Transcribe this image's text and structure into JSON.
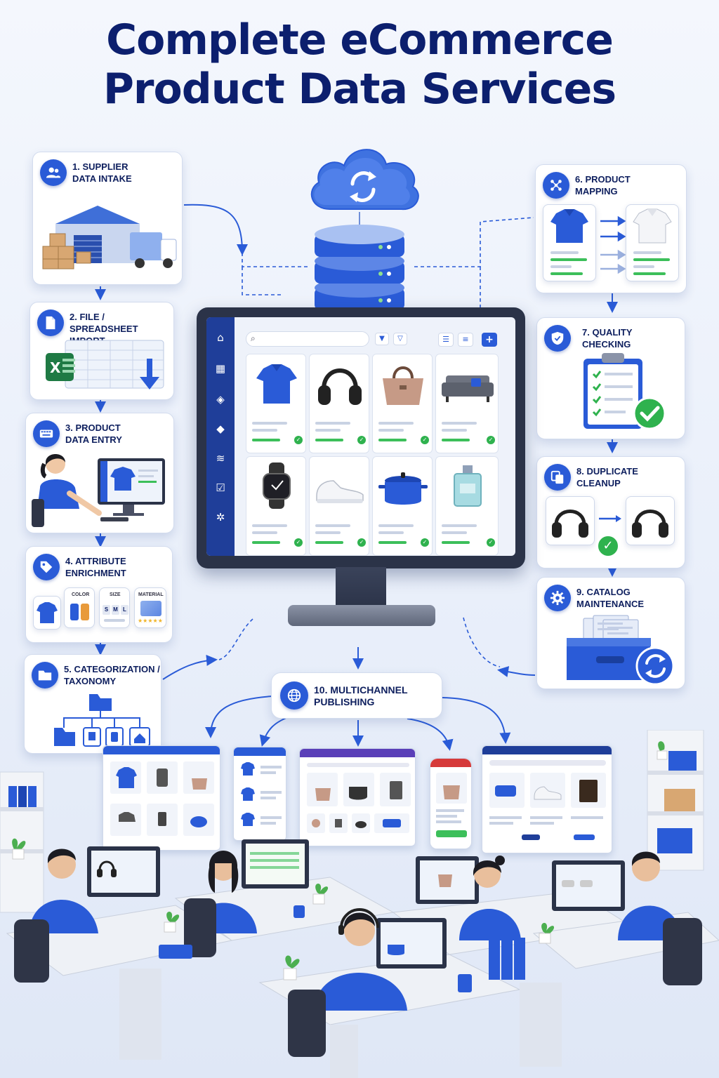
{
  "title_line1": "Complete eCommerce",
  "title_line2": "Product Data Services",
  "steps": [
    {
      "id": "1",
      "label": "1. SUPPLIER\n    DATA INTAKE",
      "icon": "users-icon"
    },
    {
      "id": "2",
      "label": "2. FILE / SPREADSHEET\n    IMPORT",
      "icon": "file-icon"
    },
    {
      "id": "3",
      "label": "3. PRODUCT\n    DATA ENTRY",
      "icon": "keyboard-icon"
    },
    {
      "id": "4",
      "label": "4. ATTRIBUTE\n    ENRICHMENT",
      "icon": "tag-icon"
    },
    {
      "id": "5",
      "label": "5. CATEGORIZATION /\n    TAXONOMY",
      "icon": "folder-icon"
    },
    {
      "id": "6",
      "label": "6. PRODUCT\n    MAPPING",
      "icon": "network-icon"
    },
    {
      "id": "7",
      "label": "7. QUALITY\n    CHECKING",
      "icon": "shield-check-icon"
    },
    {
      "id": "8",
      "label": "8. DUPLICATE\n    CLEANUP",
      "icon": "copy-icon"
    },
    {
      "id": "9",
      "label": "9. CATALOG\n    MAINTENANCE",
      "icon": "gear-icon"
    },
    {
      "id": "10",
      "label": "10. MULTICHANNEL\n      PUBLISHING",
      "icon": "globe-icon"
    }
  ],
  "attribute_labels": {
    "color": "COLOR",
    "size": "SIZE",
    "material": "MATERIAL",
    "sizes": [
      "S",
      "M",
      "L"
    ]
  },
  "colors": {
    "brand": "#2a5bd7",
    "navy": "#0c1f6e",
    "success": "#2fb24e",
    "sidebar": "#1f3e99"
  }
}
